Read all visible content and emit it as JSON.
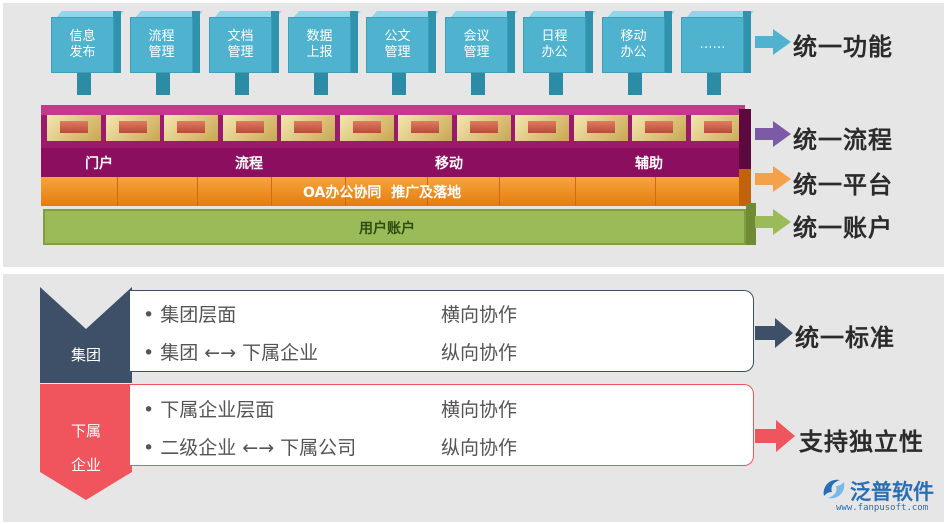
{
  "functions": [
    {
      "label": "信息\n发布"
    },
    {
      "label": "流程\n管理"
    },
    {
      "label": "文档\n管理"
    },
    {
      "label": "数据\n上报"
    },
    {
      "label": "公文\n管理"
    },
    {
      "label": "会议\n管理"
    },
    {
      "label": "日程\n办公"
    },
    {
      "label": "移动\n办公"
    },
    {
      "label": "……"
    }
  ],
  "process_bar": {
    "segments": [
      "门户",
      "流程",
      "移动",
      "辅助"
    ]
  },
  "platform_bar": {
    "label": "OA办公协同  推广及落地"
  },
  "account_bar": {
    "label": "用户账户"
  },
  "right_labels": {
    "function": "统一功能",
    "process": "统一流程",
    "platform": "统一平台",
    "account": "统一账户",
    "standard": "统一标准",
    "independent": "支持独立性"
  },
  "group_section": {
    "tag": "集团",
    "rows": [
      {
        "text": "集团层面",
        "coop": "横向协作"
      },
      {
        "text": "集团 ←→ 下属企业",
        "coop": "纵向协作"
      }
    ]
  },
  "subsidiary_section": {
    "tag_line1": "下属",
    "tag_line2": "企业",
    "rows": [
      {
        "text": "下属企业层面",
        "coop": "横向协作"
      },
      {
        "text": "二级企业 ←→ 下属公司",
        "coop": "纵向协作"
      }
    ]
  },
  "bullet_symbol": "•",
  "logo": {
    "name": "泛普软件",
    "url": "www.fanpusoft.com"
  },
  "colors": {
    "cube": "#4fb3cf",
    "process_bar": "#8b0e5f",
    "platform_bar": "#f08c1e",
    "account_bar": "#9bbb59",
    "arrow_function": "#4fb3cf",
    "arrow_process": "#7d5aa6",
    "arrow_platform": "#f5a04a",
    "arrow_account": "#9bbb59",
    "arrow_standard": "#3e5068",
    "arrow_independent": "#f0545c"
  }
}
